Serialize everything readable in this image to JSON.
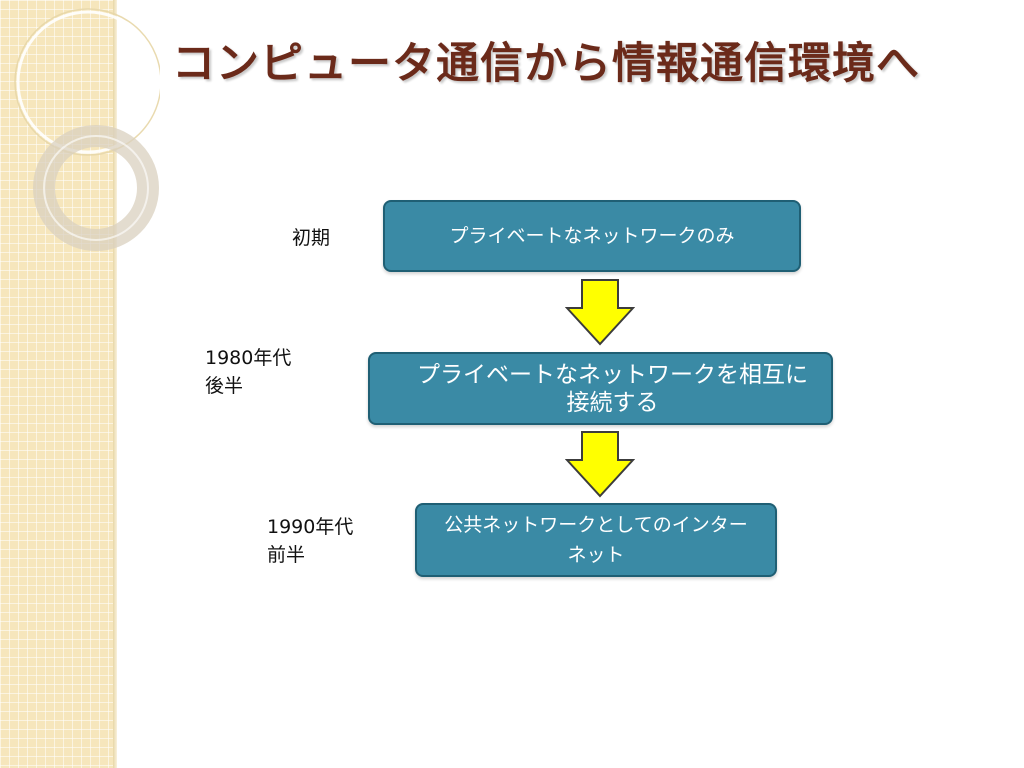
{
  "title": "コンピュータ通信から情報通信環境へ",
  "stages": [
    {
      "period": "初期",
      "text": "プライベートなネットワークのみ"
    },
    {
      "period": "1980年代\n後半",
      "text": "プライベートなネットワークを相互に接続する"
    },
    {
      "period": "1990年代\n前半",
      "text": "公共ネットワークとしてのインターネット"
    }
  ],
  "colors": {
    "box_fill": "#3a8aa5",
    "box_border": "#1f5f74",
    "arrow_fill": "#ffff00",
    "title": "#6b2a1a",
    "side_band": "#f6e6bc"
  }
}
